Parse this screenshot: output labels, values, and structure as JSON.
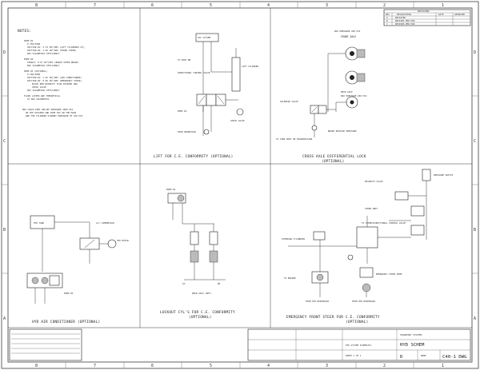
{
  "border": {
    "top_zones": [
      "8",
      "7",
      "6",
      "5",
      "4",
      "3",
      "2",
      "1"
    ],
    "bottom_zones": [
      "8",
      "7",
      "6",
      "5",
      "4",
      "3",
      "2",
      "1"
    ],
    "left_zones": [
      "D",
      "C",
      "B",
      "A"
    ],
    "right_zones": [
      "D",
      "C",
      "B",
      "A"
    ]
  },
  "notes": {
    "title": "NOTES:",
    "lines": [
      "PUMP #1",
      "P-150/5000",
      "SECTION #1: 2.79 IN³/REV (LIFT CYLINDERS CE),",
      "SECTION #2: 1.90 IN³/REV (HYDRO STEER)",
      "MAX VOLUMETRIC EFFICIENCY",
      "PUMP #2",
      "SINGLE: 0.67 IN³/REV (BRAKE STEER BRAKE)",
      "MAX VOLUMETRIC EFFICIENCY",
      "PUMP #3 (OPTIONAL)",
      "P-150/5000",
      "SECTION #1: 1.45 IN³/REV (AIR CONDITIONER)",
      "SECTION #2: 0.90 IN³/REV (EMERGENCY STEER)",
      "BLOCK NEW PRIORITY FLOW DIVIDER AND",
      "CHECK VALVE",
      "MAX VOLUMETRIC EFFICIENCY",
      "FLOWS LISTED ARE THEORETICAL",
      "AT MAX VOLUMETRIC",
      "MAX CRACK PORT RELIEF PRESSURE 3000 PSI",
      "ON THE DIVIDER AND 3000 PSI ON THE MAIN",
      "AND THE CYLINDER STANDBY PRESSURE OF 100 PSI"
    ]
  },
  "panel_titles": {
    "p1": "LIFT FOR C.E. CONFORMITY (OPTIONAL)",
    "p2": "CROSS AXLE DIFFERENTIAL LOCK",
    "p2b": "(OPTIONAL)",
    "p3": "HYD AIR CONDITIONER (OPTIONAL)",
    "p4": "LOCKOUT CYL'S FOR C.E. CONFORMITY",
    "p4b": "(OPTIONAL)",
    "p5": "EMERGENCY FRONT STEER FOR C.E. CONFORMITY",
    "p5b": "(OPTIONAL)"
  },
  "labels": {
    "lift_system": "LHC SYSTEM",
    "to_port_b": "TO PORT #B",
    "directional_valve": "DIRECTIONAL CONTROL VALVE",
    "lift_cylinder": "LIFT CYLINDER",
    "check_valve": "CHECK VALVE",
    "pump_1": "PUMP #1",
    "from_reservoir": "FROM RESERVOIR",
    "front_axle": "FRONT AXLE",
    "rear_axle": "REAR AXLE",
    "max_pressure": "MAX PRESSURE 200 PSI",
    "solenoid_valve": "SOLENOID VALVE",
    "brake_release": "BRAKE RELEASE PRESSURE",
    "to_tank": "TO TANK PORT ON TRANSMISSION",
    "pump_3": "PUMP #3",
    "hyd_motor": "HYD MOTOR",
    "ac_compressor": "A/C COMPRESSOR",
    "hydraulic_tank": "HYD TANK",
    "cylinders": "LOCKOUT CYLINDERS",
    "rear_axle_ref": "REAR AXLE (REF)",
    "emergency_pump": "EMERGENCY STEER PUMP",
    "priority_valve": "PRIORITY VALVE",
    "steer_unit": "STEER UNIT",
    "from_hyd_reservoir": "FROM HYD RESERVOIR",
    "to_engine": "TO ENGINE",
    "steering_cylinders": "STEERING CYLINDERS",
    "pressure_switch": "PRESSURE SWITCH",
    "to_steer_valve": "TO STEER/DIRECTIONAL CONTROL VALVE"
  },
  "title_block": {
    "company": "TRANSPORT SYSTEMS",
    "title": "HYD SCHEM",
    "subtitle": "HYD SYSTEM SCHEMATIC",
    "dwg_no": "C40-1 DWG",
    "size": "D",
    "scale": "NONE",
    "sheet": "SHEET 1 OF 1"
  },
  "revision_block": {
    "header": "REVISIONS",
    "columns": [
      "REV",
      "DESCRIPTION",
      "DATE",
      "APPROVED"
    ],
    "rows": [
      [
        "A",
        "RELEASED",
        "",
        ""
      ],
      [
        "B",
        "REVISED PER ECN",
        "",
        ""
      ],
      [
        "C",
        "REVISED PER ECN",
        "",
        ""
      ]
    ]
  }
}
